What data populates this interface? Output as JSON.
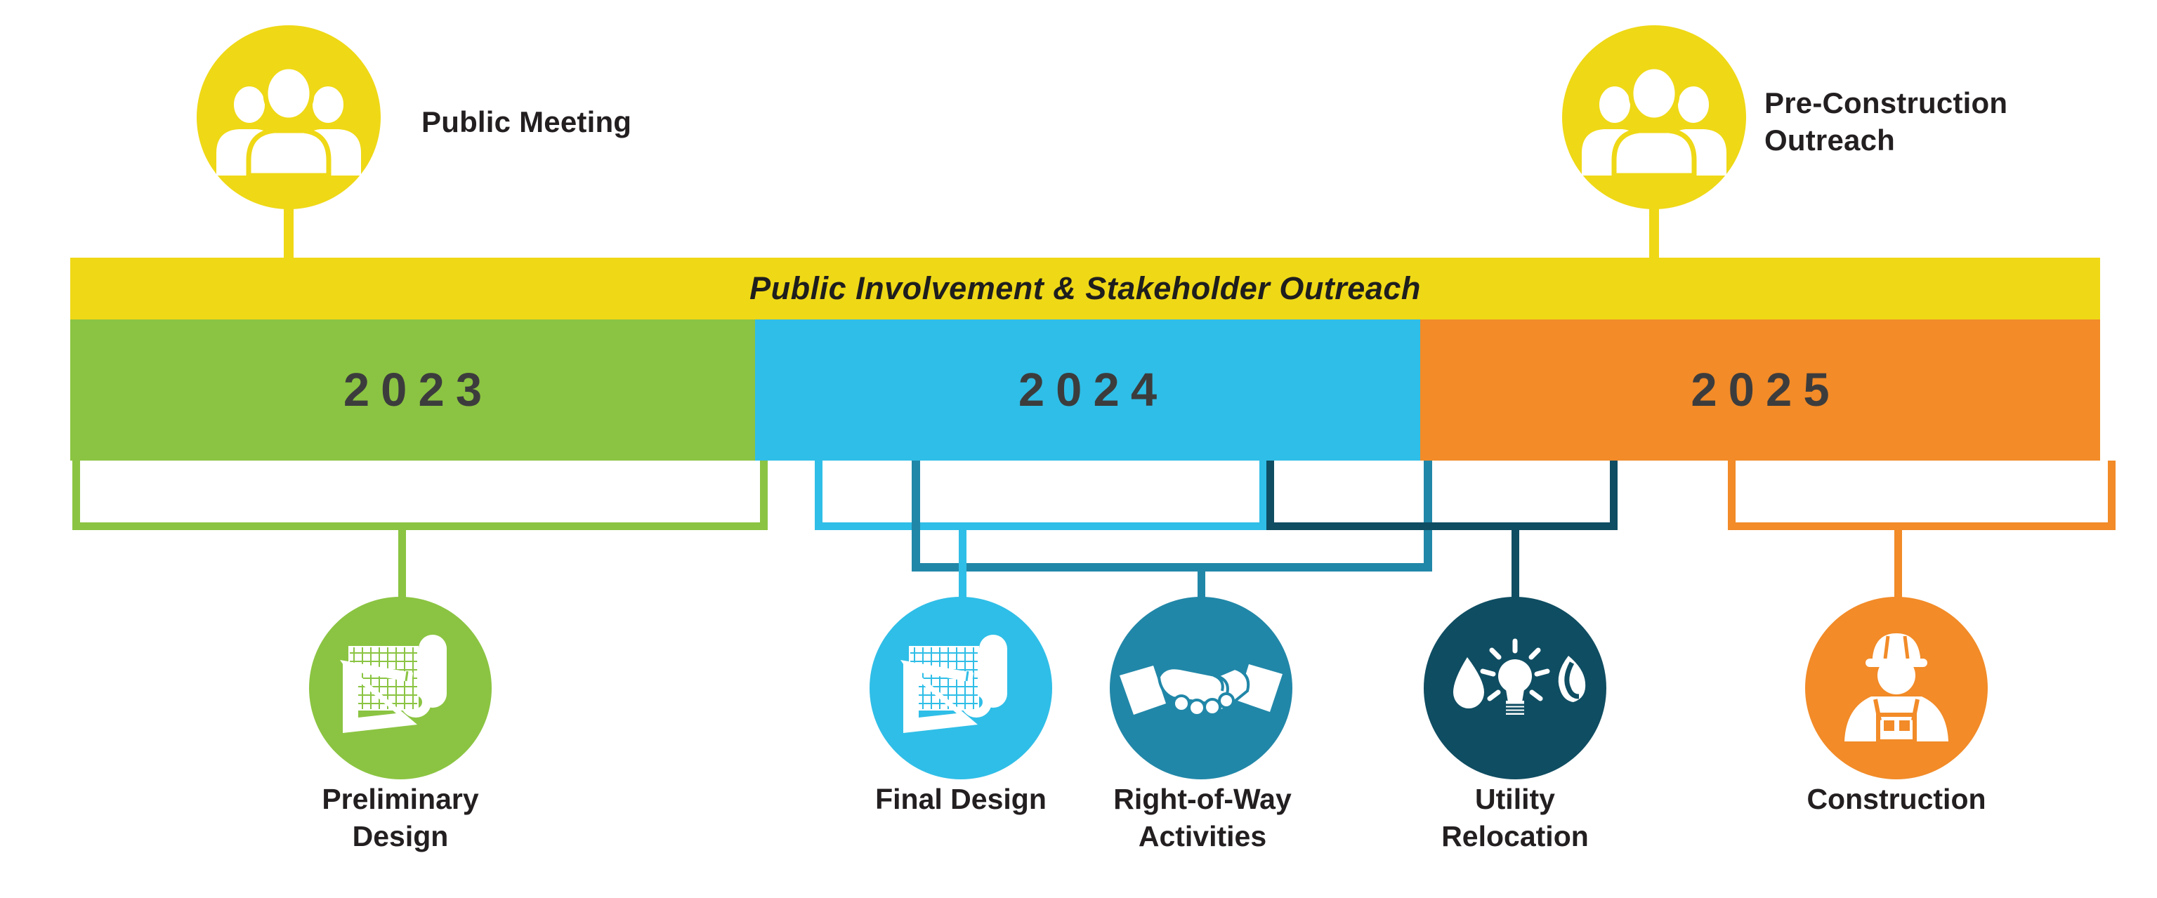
{
  "palette": {
    "yellow": "#EFD816",
    "green": "#8BC442",
    "cyan": "#2FBEE7",
    "teal": "#2187A8",
    "navy": "#0F4D62",
    "orange": "#F28B28",
    "label_text": "#231F20",
    "year_text": "#3C3C3D",
    "background": "#FFFFFF"
  },
  "banner": {
    "label": "Public Involvement & Stakeholder Outreach"
  },
  "top_callouts": [
    {
      "id": "public-meeting",
      "icon": "people-group-icon",
      "color": "#EFD816",
      "lines": [
        "Public Meeting"
      ]
    },
    {
      "id": "pre-construction-outreach",
      "icon": "people-group-icon",
      "color": "#EFD816",
      "lines": [
        "Pre-Construction",
        "Outreach"
      ]
    }
  ],
  "years": [
    {
      "label": "2023",
      "color": "#8BC442"
    },
    {
      "label": "2024",
      "color": "#2FBEE7"
    },
    {
      "label": "2025",
      "color": "#F28B28"
    }
  ],
  "phases": [
    {
      "id": "preliminary-design",
      "icon": "drafting-tools-icon",
      "color": "#8BC442",
      "year": "2023",
      "lines": [
        "Preliminary",
        "Design"
      ]
    },
    {
      "id": "final-design",
      "icon": "drafting-tools-icon",
      "color": "#2FBEE7",
      "year": "2024",
      "lines": [
        "Final Design"
      ]
    },
    {
      "id": "right-of-way-activities",
      "icon": "handshake-icon",
      "color": "#2187A8",
      "year": "2024",
      "lines": [
        "Right-of-Way",
        "Activities"
      ]
    },
    {
      "id": "utility-relocation",
      "icon": "utilities-icon",
      "color": "#0F4D62",
      "year": "2024",
      "lines": [
        "Utility",
        "Relocation"
      ]
    },
    {
      "id": "construction",
      "icon": "construction-worker-icon",
      "color": "#F28B28",
      "year": "2025",
      "lines": [
        "Construction"
      ]
    }
  ]
}
